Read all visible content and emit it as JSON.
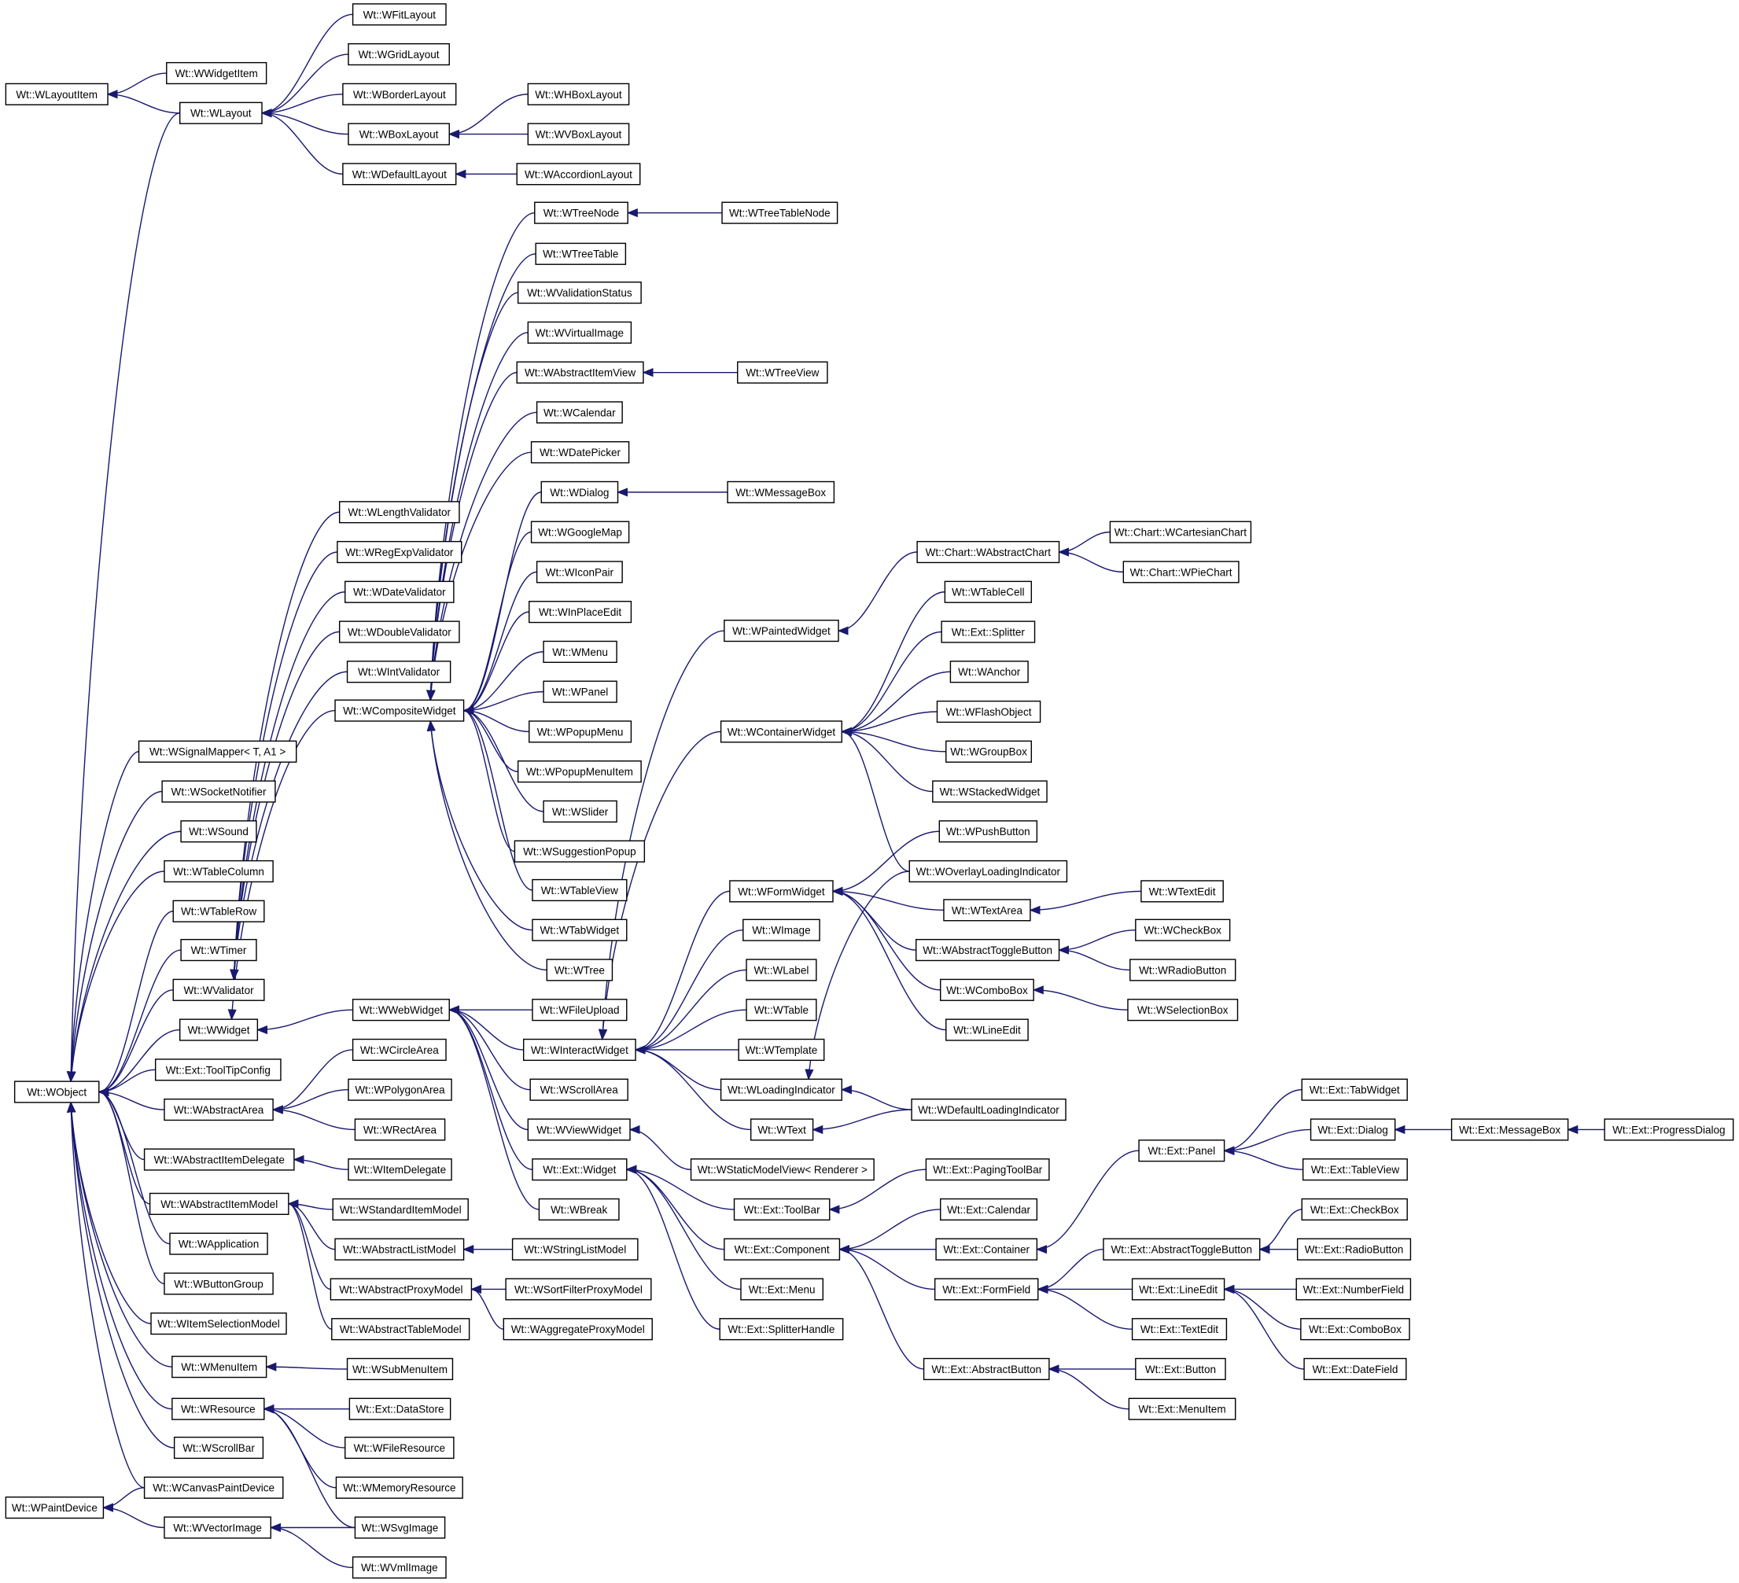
{
  "colors": {
    "edge": "#191970",
    "box_border": "#000000",
    "background": "#ffffff"
  },
  "nodes": [
    {
      "id": "WLayoutItem",
      "label": "Wt::WLayoutItem"
    },
    {
      "id": "WWidgetItem",
      "label": "Wt::WWidgetItem"
    },
    {
      "id": "WLayout",
      "label": "Wt::WLayout"
    },
    {
      "id": "WFitLayout",
      "label": "Wt::WFitLayout"
    },
    {
      "id": "WGridLayout",
      "label": "Wt::WGridLayout"
    },
    {
      "id": "WBorderLayout",
      "label": "Wt::WBorderLayout"
    },
    {
      "id": "WBoxLayout",
      "label": "Wt::WBoxLayout"
    },
    {
      "id": "WDefaultLayout",
      "label": "Wt::WDefaultLayout"
    },
    {
      "id": "WHBoxLayout",
      "label": "Wt::WHBoxLayout"
    },
    {
      "id": "WVBoxLayout",
      "label": "Wt::WVBoxLayout"
    },
    {
      "id": "WAccordionLayout",
      "label": "Wt::WAccordionLayout"
    },
    {
      "id": "WTreeNode",
      "label": "Wt::WTreeNode"
    },
    {
      "id": "WTreeTableNode",
      "label": "Wt::WTreeTableNode"
    },
    {
      "id": "WTreeTable",
      "label": "Wt::WTreeTable"
    },
    {
      "id": "WValidationStatus",
      "label": "Wt::WValidationStatus"
    },
    {
      "id": "WVirtualImage",
      "label": "Wt::WVirtualImage"
    },
    {
      "id": "WAbstractItemView",
      "label": "Wt::WAbstractItemView"
    },
    {
      "id": "WTreeView",
      "label": "Wt::WTreeView"
    },
    {
      "id": "WCalendar",
      "label": "Wt::WCalendar"
    },
    {
      "id": "WDatePicker",
      "label": "Wt::WDatePicker"
    },
    {
      "id": "WDialog",
      "label": "Wt::WDialog"
    },
    {
      "id": "WMessageBox",
      "label": "Wt::WMessageBox"
    },
    {
      "id": "WGoogleMap",
      "label": "Wt::WGoogleMap"
    },
    {
      "id": "WIconPair",
      "label": "Wt::WIconPair"
    },
    {
      "id": "WInPlaceEdit",
      "label": "Wt::WInPlaceEdit"
    },
    {
      "id": "WMenu",
      "label": "Wt::WMenu"
    },
    {
      "id": "WPanel",
      "label": "Wt::WPanel"
    },
    {
      "id": "WPopupMenu",
      "label": "Wt::WPopupMenu"
    },
    {
      "id": "WPopupMenuItem",
      "label": "Wt::WPopupMenuItem"
    },
    {
      "id": "WSlider",
      "label": "Wt::WSlider"
    },
    {
      "id": "WSuggestionPopup",
      "label": "Wt::WSuggestionPopup"
    },
    {
      "id": "WTableView",
      "label": "Wt::WTableView"
    },
    {
      "id": "WTabWidget",
      "label": "Wt::WTabWidget"
    },
    {
      "id": "WTree",
      "label": "Wt::WTree"
    },
    {
      "id": "WLengthValidator",
      "label": "Wt::WLengthValidator"
    },
    {
      "id": "WRegExpValidator",
      "label": "Wt::WRegExpValidator"
    },
    {
      "id": "WDateValidator",
      "label": "Wt::WDateValidator"
    },
    {
      "id": "WDoubleValidator",
      "label": "Wt::WDoubleValidator"
    },
    {
      "id": "WIntValidator",
      "label": "Wt::WIntValidator"
    },
    {
      "id": "WCompositeWidget",
      "label": "Wt::WCompositeWidget"
    },
    {
      "id": "WSignalMapper",
      "label": "Wt::WSignalMapper< T, A1 >"
    },
    {
      "id": "WSocketNotifier",
      "label": "Wt::WSocketNotifier"
    },
    {
      "id": "WSound",
      "label": "Wt::WSound"
    },
    {
      "id": "WTableColumn",
      "label": "Wt::WTableColumn"
    },
    {
      "id": "WTableRow",
      "label": "Wt::WTableRow"
    },
    {
      "id": "WTimer",
      "label": "Wt::WTimer"
    },
    {
      "id": "WValidator",
      "label": "Wt::WValidator"
    },
    {
      "id": "WWidget",
      "label": "Wt::WWidget"
    },
    {
      "id": "WWebWidget",
      "label": "Wt::WWebWidget"
    },
    {
      "id": "WFileUpload",
      "label": "Wt::WFileUpload"
    },
    {
      "id": "WInteractWidget",
      "label": "Wt::WInteractWidget"
    },
    {
      "id": "WScrollArea",
      "label": "Wt::WScrollArea"
    },
    {
      "id": "WViewWidget",
      "label": "Wt::WViewWidget"
    },
    {
      "id": "ExtWidget",
      "label": "Wt::Ext::Widget"
    },
    {
      "id": "WBreak",
      "label": "Wt::WBreak"
    },
    {
      "id": "ExtToolTipConfig",
      "label": "Wt::Ext::ToolTipConfig"
    },
    {
      "id": "WObject",
      "label": "Wt::WObject"
    },
    {
      "id": "WAbstractArea",
      "label": "Wt::WAbstractArea"
    },
    {
      "id": "WCircleArea",
      "label": "Wt::WCircleArea"
    },
    {
      "id": "WPolygonArea",
      "label": "Wt::WPolygonArea"
    },
    {
      "id": "WRectArea",
      "label": "Wt::WRectArea"
    },
    {
      "id": "WAbstractItemDelegate",
      "label": "Wt::WAbstractItemDelegate"
    },
    {
      "id": "WItemDelegate",
      "label": "Wt::WItemDelegate"
    },
    {
      "id": "WAbstractItemModel",
      "label": "Wt::WAbstractItemModel"
    },
    {
      "id": "WStandardItemModel",
      "label": "Wt::WStandardItemModel"
    },
    {
      "id": "WAbstractListModel",
      "label": "Wt::WAbstractListModel"
    },
    {
      "id": "WStringListModel",
      "label": "Wt::WStringListModel"
    },
    {
      "id": "WAbstractProxyModel",
      "label": "Wt::WAbstractProxyModel"
    },
    {
      "id": "WSortFilterProxyModel",
      "label": "Wt::WSortFilterProxyModel"
    },
    {
      "id": "WAbstractTableModel",
      "label": "Wt::WAbstractTableModel"
    },
    {
      "id": "WAggregateProxyModel",
      "label": "Wt::WAggregateProxyModel"
    },
    {
      "id": "WApplication",
      "label": "Wt::WApplication"
    },
    {
      "id": "WButtonGroup",
      "label": "Wt::WButtonGroup"
    },
    {
      "id": "WItemSelectionModel",
      "label": "Wt::WItemSelectionModel"
    },
    {
      "id": "WMenuItem",
      "label": "Wt::WMenuItem"
    },
    {
      "id": "WSubMenuItem",
      "label": "Wt::WSubMenuItem"
    },
    {
      "id": "WResource",
      "label": "Wt::WResource"
    },
    {
      "id": "ExtDataStore",
      "label": "Wt::Ext::DataStore"
    },
    {
      "id": "WFileResource",
      "label": "Wt::WFileResource"
    },
    {
      "id": "WMemoryResource",
      "label": "Wt::WMemoryResource"
    },
    {
      "id": "WScrollBar",
      "label": "Wt::WScrollBar"
    },
    {
      "id": "WCanvasPaintDevice",
      "label": "Wt::WCanvasPaintDevice"
    },
    {
      "id": "WPaintDevice",
      "label": "Wt::WPaintDevice"
    },
    {
      "id": "WVectorImage",
      "label": "Wt::WVectorImage"
    },
    {
      "id": "WSvgImage",
      "label": "Wt::WSvgImage"
    },
    {
      "id": "WVmlImage",
      "label": "Wt::WVmlImage"
    },
    {
      "id": "WAbstractChart",
      "label": "Wt::Chart::WAbstractChart"
    },
    {
      "id": "WCartesianChart",
      "label": "Wt::Chart::WCartesianChart"
    },
    {
      "id": "WPieChart",
      "label": "Wt::Chart::WPieChart"
    },
    {
      "id": "WPaintedWidget",
      "label": "Wt::WPaintedWidget"
    },
    {
      "id": "WTableCell",
      "label": "Wt::WTableCell"
    },
    {
      "id": "ExtSplitter",
      "label": "Wt::Ext::Splitter"
    },
    {
      "id": "WAnchor",
      "label": "Wt::WAnchor"
    },
    {
      "id": "WFlashObject",
      "label": "Wt::WFlashObject"
    },
    {
      "id": "WGroupBox",
      "label": "Wt::WGroupBox"
    },
    {
      "id": "WStackedWidget",
      "label": "Wt::WStackedWidget"
    },
    {
      "id": "WContainerWidget",
      "label": "Wt::WContainerWidget"
    },
    {
      "id": "WPushButton",
      "label": "Wt::WPushButton"
    },
    {
      "id": "WOverlayLoadingIndicator",
      "label": "Wt::WOverlayLoadingIndicator"
    },
    {
      "id": "WTextEdit",
      "label": "Wt::WTextEdit"
    },
    {
      "id": "WFormWidget",
      "label": "Wt::WFormWidget"
    },
    {
      "id": "WTextArea",
      "label": "Wt::WTextArea"
    },
    {
      "id": "WCheckBox",
      "label": "Wt::WCheckBox"
    },
    {
      "id": "WAbstractToggleButton",
      "label": "Wt::WAbstractToggleButton"
    },
    {
      "id": "WRadioButton",
      "label": "Wt::WRadioButton"
    },
    {
      "id": "WComboBox",
      "label": "Wt::WComboBox"
    },
    {
      "id": "WSelectionBox",
      "label": "Wt::WSelectionBox"
    },
    {
      "id": "WLineEdit",
      "label": "Wt::WLineEdit"
    },
    {
      "id": "WImage",
      "label": "Wt::WImage"
    },
    {
      "id": "WLabel",
      "label": "Wt::WLabel"
    },
    {
      "id": "WTable",
      "label": "Wt::WTable"
    },
    {
      "id": "WTemplate",
      "label": "Wt::WTemplate"
    },
    {
      "id": "WLoadingIndicator",
      "label": "Wt::WLoadingIndicator"
    },
    {
      "id": "WDefaultLoadingIndicator",
      "label": "Wt::WDefaultLoadingIndicator"
    },
    {
      "id": "WText",
      "label": "Wt::WText"
    },
    {
      "id": "WStaticModelView",
      "label": "Wt::WStaticModelView< Renderer >"
    },
    {
      "id": "ExtPagingToolBar",
      "label": "Wt::Ext::PagingToolBar"
    },
    {
      "id": "ExtToolBar",
      "label": "Wt::Ext::ToolBar"
    },
    {
      "id": "ExtCalendar",
      "label": "Wt::Ext::Calendar"
    },
    {
      "id": "ExtComponent",
      "label": "Wt::Ext::Component"
    },
    {
      "id": "ExtContainer",
      "label": "Wt::Ext::Container"
    },
    {
      "id": "ExtMenu",
      "label": "Wt::Ext::Menu"
    },
    {
      "id": "ExtFormField",
      "label": "Wt::Ext::FormField"
    },
    {
      "id": "ExtSplitterHandle",
      "label": "Wt::Ext::SplitterHandle"
    },
    {
      "id": "ExtAbstractButton",
      "label": "Wt::Ext::AbstractButton"
    },
    {
      "id": "ExtPanel",
      "label": "Wt::Ext::Panel"
    },
    {
      "id": "ExtTabWidget",
      "label": "Wt::Ext::TabWidget"
    },
    {
      "id": "ExtDialog",
      "label": "Wt::Ext::Dialog"
    },
    {
      "id": "ExtTableView",
      "label": "Wt::Ext::TableView"
    },
    {
      "id": "ExtMessageBox",
      "label": "Wt::Ext::MessageBox"
    },
    {
      "id": "ExtProgressDialog",
      "label": "Wt::Ext::ProgressDialog"
    },
    {
      "id": "ExtAbstractToggleButton",
      "label": "Wt::Ext::AbstractToggleButton"
    },
    {
      "id": "ExtCheckBox",
      "label": "Wt::Ext::CheckBox"
    },
    {
      "id": "ExtRadioButton",
      "label": "Wt::Ext::RadioButton"
    },
    {
      "id": "ExtLineEdit",
      "label": "Wt::Ext::LineEdit"
    },
    {
      "id": "ExtNumberField",
      "label": "Wt::Ext::NumberField"
    },
    {
      "id": "ExtTextEdit",
      "label": "Wt::Ext::TextEdit"
    },
    {
      "id": "ExtComboBox",
      "label": "Wt::Ext::ComboBox"
    },
    {
      "id": "ExtDateField",
      "label": "Wt::Ext::DateField"
    },
    {
      "id": "ExtButton",
      "label": "Wt::Ext::Button"
    },
    {
      "id": "ExtMenuItem",
      "label": "Wt::Ext::MenuItem"
    }
  ],
  "edges": [
    [
      "WWidgetItem",
      "WLayoutItem"
    ],
    [
      "WLayout",
      "WLayoutItem"
    ],
    [
      "WFitLayout",
      "WLayout"
    ],
    [
      "WGridLayout",
      "WLayout"
    ],
    [
      "WBorderLayout",
      "WLayout"
    ],
    [
      "WBoxLayout",
      "WLayout"
    ],
    [
      "WDefaultLayout",
      "WLayout"
    ],
    [
      "WHBoxLayout",
      "WBoxLayout"
    ],
    [
      "WVBoxLayout",
      "WBoxLayout"
    ],
    [
      "WAccordionLayout",
      "WDefaultLayout"
    ],
    [
      "WLayout",
      "WObject"
    ],
    [
      "WSignalMapper",
      "WObject"
    ],
    [
      "WSocketNotifier",
      "WObject"
    ],
    [
      "WSound",
      "WObject"
    ],
    [
      "WTableColumn",
      "WObject"
    ],
    [
      "WTableRow",
      "WObject"
    ],
    [
      "WTimer",
      "WObject"
    ],
    [
      "WValidator",
      "WObject"
    ],
    [
      "WWidget",
      "WObject"
    ],
    [
      "ExtToolTipConfig",
      "WObject"
    ],
    [
      "WAbstractArea",
      "WObject"
    ],
    [
      "WAbstractItemDelegate",
      "WObject"
    ],
    [
      "WAbstractItemModel",
      "WObject"
    ],
    [
      "WApplication",
      "WObject"
    ],
    [
      "WButtonGroup",
      "WObject"
    ],
    [
      "WItemSelectionModel",
      "WObject"
    ],
    [
      "WMenuItem",
      "WObject"
    ],
    [
      "WResource",
      "WObject"
    ],
    [
      "WScrollBar",
      "WObject"
    ],
    [
      "WCanvasPaintDevice",
      "WObject"
    ],
    [
      "WCanvasPaintDevice",
      "WPaintDevice"
    ],
    [
      "WVectorImage",
      "WPaintDevice"
    ],
    [
      "WLengthValidator",
      "WValidator"
    ],
    [
      "WRegExpValidator",
      "WValidator"
    ],
    [
      "WDateValidator",
      "WValidator"
    ],
    [
      "WDoubleValidator",
      "WValidator"
    ],
    [
      "WIntValidator",
      "WValidator"
    ],
    [
      "WCompositeWidget",
      "WWidget"
    ],
    [
      "WWebWidget",
      "WWidget"
    ],
    [
      "WTreeNode",
      "WCompositeWidget"
    ],
    [
      "WTreeTable",
      "WCompositeWidget"
    ],
    [
      "WValidationStatus",
      "WCompositeWidget"
    ],
    [
      "WVirtualImage",
      "WCompositeWidget"
    ],
    [
      "WAbstractItemView",
      "WCompositeWidget"
    ],
    [
      "WCalendar",
      "WCompositeWidget"
    ],
    [
      "WDatePicker",
      "WCompositeWidget"
    ],
    [
      "WDialog",
      "WCompositeWidget"
    ],
    [
      "WGoogleMap",
      "WCompositeWidget"
    ],
    [
      "WIconPair",
      "WCompositeWidget"
    ],
    [
      "WInPlaceEdit",
      "WCompositeWidget"
    ],
    [
      "WMenu",
      "WCompositeWidget"
    ],
    [
      "WPanel",
      "WCompositeWidget"
    ],
    [
      "WPopupMenu",
      "WCompositeWidget"
    ],
    [
      "WPopupMenuItem",
      "WCompositeWidget"
    ],
    [
      "WSlider",
      "WCompositeWidget"
    ],
    [
      "WSuggestionPopup",
      "WCompositeWidget"
    ],
    [
      "WTableView",
      "WCompositeWidget"
    ],
    [
      "WTabWidget",
      "WCompositeWidget"
    ],
    [
      "WTree",
      "WCompositeWidget"
    ],
    [
      "WTreeTableNode",
      "WTreeNode"
    ],
    [
      "WTreeView",
      "WAbstractItemView"
    ],
    [
      "WMessageBox",
      "WDialog"
    ],
    [
      "WFileUpload",
      "WWebWidget"
    ],
    [
      "WInteractWidget",
      "WWebWidget"
    ],
    [
      "WScrollArea",
      "WWebWidget"
    ],
    [
      "WViewWidget",
      "WWebWidget"
    ],
    [
      "ExtWidget",
      "WWebWidget"
    ],
    [
      "WBreak",
      "WWebWidget"
    ],
    [
      "WPaintedWidget",
      "WInteractWidget"
    ],
    [
      "WContainerWidget",
      "WInteractWidget"
    ],
    [
      "WFormWidget",
      "WInteractWidget"
    ],
    [
      "WImage",
      "WInteractWidget"
    ],
    [
      "WLabel",
      "WInteractWidget"
    ],
    [
      "WTable",
      "WInteractWidget"
    ],
    [
      "WTemplate",
      "WInteractWidget"
    ],
    [
      "WLoadingIndicator",
      "WInteractWidget"
    ],
    [
      "WText",
      "WInteractWidget"
    ],
    [
      "WAbstractChart",
      "WPaintedWidget"
    ],
    [
      "WCartesianChart",
      "WAbstractChart"
    ],
    [
      "WPieChart",
      "WAbstractChart"
    ],
    [
      "WTableCell",
      "WContainerWidget"
    ],
    [
      "ExtSplitter",
      "WContainerWidget"
    ],
    [
      "WAnchor",
      "WContainerWidget"
    ],
    [
      "WFlashObject",
      "WContainerWidget"
    ],
    [
      "WGroupBox",
      "WContainerWidget"
    ],
    [
      "WStackedWidget",
      "WContainerWidget"
    ],
    [
      "WOverlayLoadingIndicator",
      "WContainerWidget"
    ],
    [
      "WOverlayLoadingIndicator",
      "WLoadingIndicator"
    ],
    [
      "WDefaultLoadingIndicator",
      "WLoadingIndicator"
    ],
    [
      "WDefaultLoadingIndicator",
      "WText"
    ],
    [
      "WPushButton",
      "WFormWidget"
    ],
    [
      "WTextArea",
      "WFormWidget"
    ],
    [
      "WAbstractToggleButton",
      "WFormWidget"
    ],
    [
      "WComboBox",
      "WFormWidget"
    ],
    [
      "WLineEdit",
      "WFormWidget"
    ],
    [
      "WTextEdit",
      "WTextArea"
    ],
    [
      "WCheckBox",
      "WAbstractToggleButton"
    ],
    [
      "WRadioButton",
      "WAbstractToggleButton"
    ],
    [
      "WSelectionBox",
      "WComboBox"
    ],
    [
      "WStaticModelView",
      "WViewWidget"
    ],
    [
      "ExtToolBar",
      "ExtWidget"
    ],
    [
      "ExtComponent",
      "ExtWidget"
    ],
    [
      "ExtMenu",
      "ExtWidget"
    ],
    [
      "ExtSplitterHandle",
      "ExtWidget"
    ],
    [
      "ExtPagingToolBar",
      "ExtToolBar"
    ],
    [
      "ExtCalendar",
      "ExtComponent"
    ],
    [
      "ExtContainer",
      "ExtComponent"
    ],
    [
      "ExtFormField",
      "ExtComponent"
    ],
    [
      "ExtAbstractButton",
      "ExtComponent"
    ],
    [
      "ExtPanel",
      "ExtContainer"
    ],
    [
      "ExtTabWidget",
      "ExtPanel"
    ],
    [
      "ExtDialog",
      "ExtPanel"
    ],
    [
      "ExtTableView",
      "ExtPanel"
    ],
    [
      "ExtMessageBox",
      "ExtDialog"
    ],
    [
      "ExtProgressDialog",
      "ExtMessageBox"
    ],
    [
      "ExtAbstractToggleButton",
      "ExtFormField"
    ],
    [
      "ExtLineEdit",
      "ExtFormField"
    ],
    [
      "ExtTextEdit",
      "ExtFormField"
    ],
    [
      "ExtCheckBox",
      "ExtAbstractToggleButton"
    ],
    [
      "ExtRadioButton",
      "ExtAbstractToggleButton"
    ],
    [
      "ExtNumberField",
      "ExtLineEdit"
    ],
    [
      "ExtComboBox",
      "ExtLineEdit"
    ],
    [
      "ExtDateField",
      "ExtLineEdit"
    ],
    [
      "ExtButton",
      "ExtAbstractButton"
    ],
    [
      "ExtMenuItem",
      "ExtAbstractButton"
    ],
    [
      "WCircleArea",
      "WAbstractArea"
    ],
    [
      "WPolygonArea",
      "WAbstractArea"
    ],
    [
      "WRectArea",
      "WAbstractArea"
    ],
    [
      "WItemDelegate",
      "WAbstractItemDelegate"
    ],
    [
      "WStandardItemModel",
      "WAbstractItemModel"
    ],
    [
      "WAbstractListModel",
      "WAbstractItemModel"
    ],
    [
      "WAbstractProxyModel",
      "WAbstractItemModel"
    ],
    [
      "WAbstractTableModel",
      "WAbstractItemModel"
    ],
    [
      "WStringListModel",
      "WAbstractListModel"
    ],
    [
      "WSortFilterProxyModel",
      "WAbstractProxyModel"
    ],
    [
      "WAggregateProxyModel",
      "WAbstractProxyModel"
    ],
    [
      "WSubMenuItem",
      "WMenuItem"
    ],
    [
      "ExtDataStore",
      "WResource"
    ],
    [
      "WFileResource",
      "WResource"
    ],
    [
      "WMemoryResource",
      "WResource"
    ],
    [
      "WSvgImage",
      "WResource"
    ],
    [
      "WSvgImage",
      "WVectorImage"
    ],
    [
      "WVmlImage",
      "WVectorImage"
    ]
  ]
}
